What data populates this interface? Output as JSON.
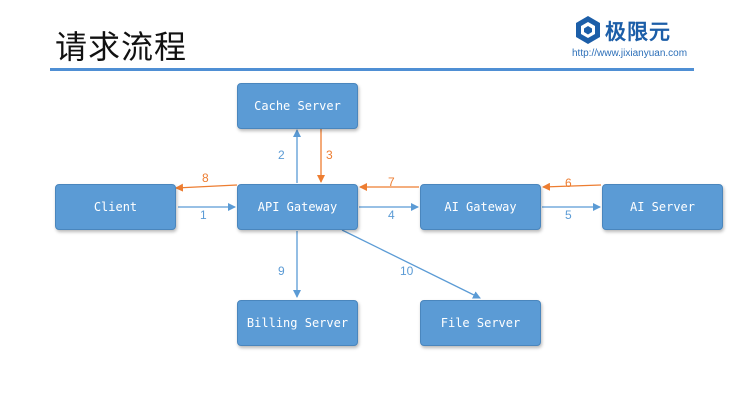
{
  "header": {
    "title": "请求流程",
    "logo_name": "极限元",
    "logo_url": "http://www.jixianyuan.com"
  },
  "colors": {
    "accent_blue": "#5b9bd5",
    "arrow_blue": "#5b9bd5",
    "arrow_orange": "#ed7d31",
    "rule_blue": "#4f8fd4",
    "logo_blue": "#1c5ea8"
  },
  "diagram": {
    "nodes": {
      "cache_server": "Cache Server",
      "client": "Client",
      "api_gateway": "API Gateway",
      "ai_gateway": "AI Gateway",
      "ai_server": "AI Server",
      "billing_server": "Billing Server",
      "file_server": "File Server"
    },
    "edges": [
      {
        "label": "1",
        "from": "Client",
        "to": "API Gateway",
        "color": "blue"
      },
      {
        "label": "2",
        "from": "API Gateway",
        "to": "Cache Server",
        "color": "blue"
      },
      {
        "label": "3",
        "from": "Cache Server",
        "to": "API Gateway",
        "color": "orange"
      },
      {
        "label": "4",
        "from": "API Gateway",
        "to": "AI Gateway",
        "color": "blue"
      },
      {
        "label": "5",
        "from": "AI Gateway",
        "to": "AI Server",
        "color": "blue"
      },
      {
        "label": "6",
        "from": "AI Server",
        "to": "AI Gateway",
        "color": "orange"
      },
      {
        "label": "7",
        "from": "AI Gateway",
        "to": "API Gateway",
        "color": "orange"
      },
      {
        "label": "8",
        "from": "API Gateway",
        "to": "Client",
        "color": "orange"
      },
      {
        "label": "9",
        "from": "API Gateway",
        "to": "Billing Server",
        "color": "blue"
      },
      {
        "label": "10",
        "from": "API Gateway",
        "to": "File Server",
        "color": "blue"
      }
    ]
  }
}
